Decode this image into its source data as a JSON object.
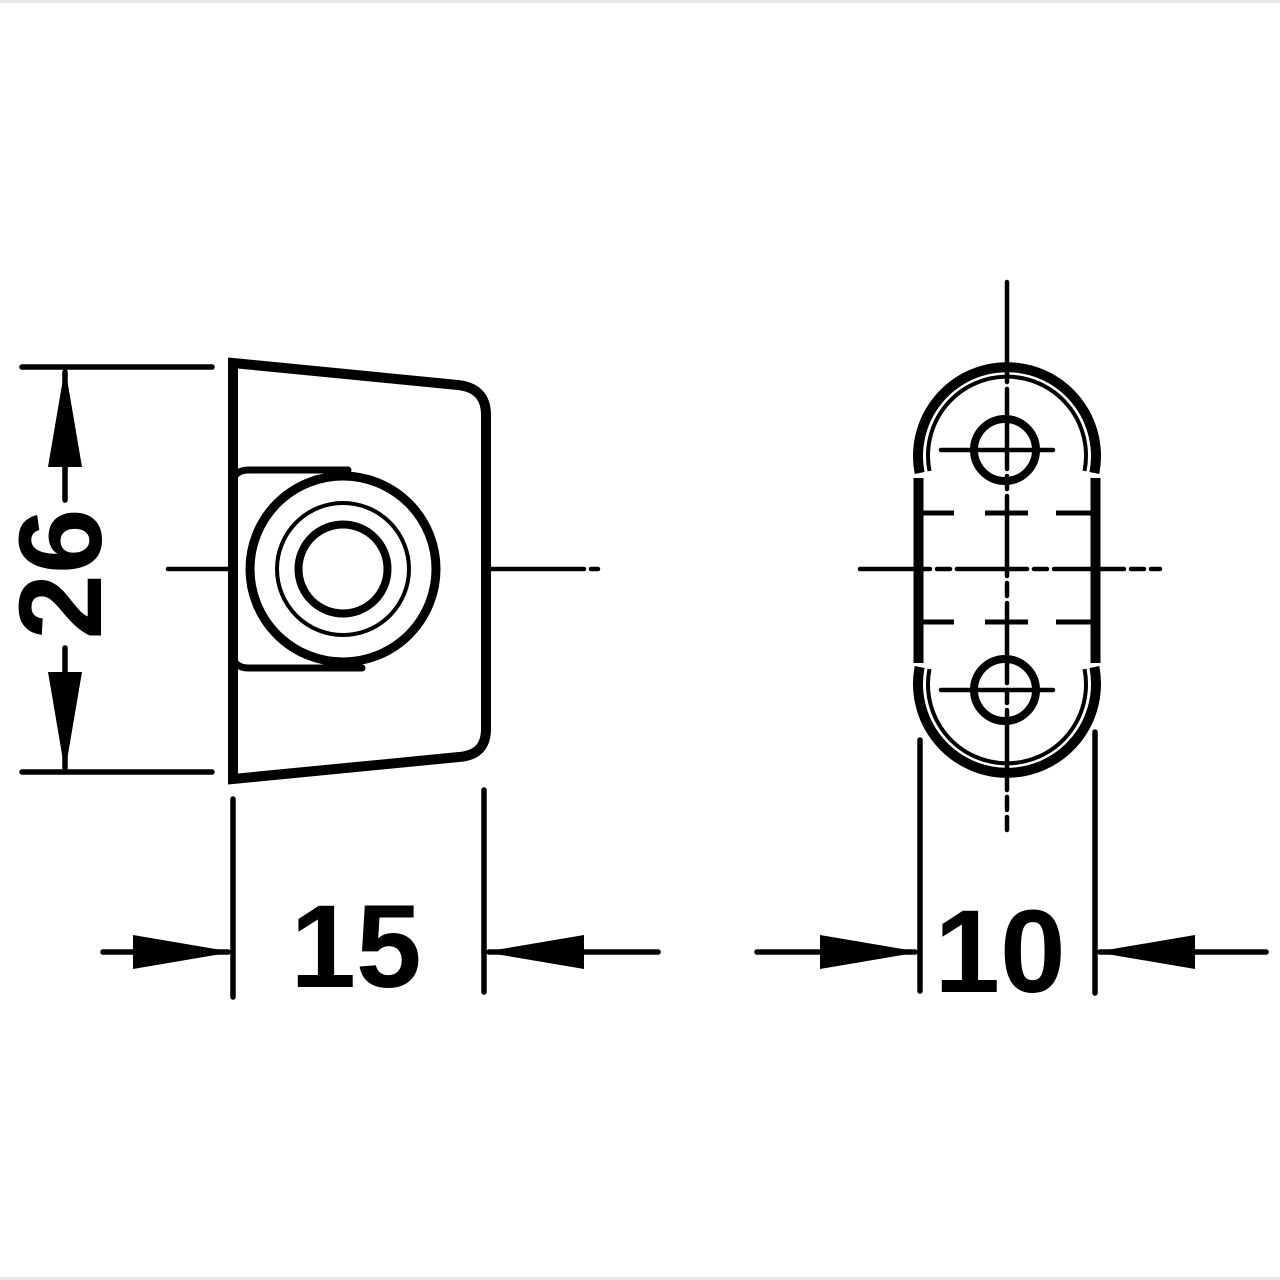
{
  "drawing": {
    "dimensions": {
      "height": {
        "label": "26"
      },
      "width": {
        "label": "15"
      },
      "depth": {
        "label": "10"
      }
    },
    "colors": {
      "ink": "#000000",
      "paper": "#ffffff",
      "frame": "#e9e9e9"
    }
  }
}
